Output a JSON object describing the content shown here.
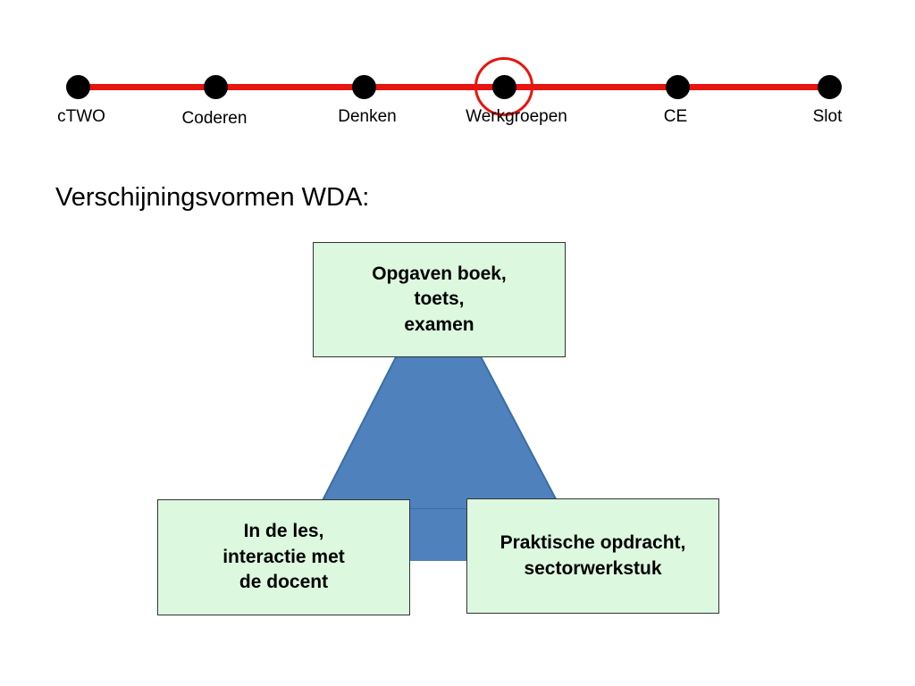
{
  "timeline": {
    "stops": [
      {
        "label": "cTWO"
      },
      {
        "label": "Coderen"
      },
      {
        "label": "Denken"
      },
      {
        "label": "Werkgroepen",
        "highlighted": true
      },
      {
        "label": "CE"
      },
      {
        "label": "Slot"
      }
    ],
    "line_color": "#e8140f",
    "dot_color": "#000000"
  },
  "heading": "Verschijningsvormen WDA:",
  "diagram": {
    "triangle_color": "#4f81bd",
    "box_color": "#dcf8df",
    "boxes": {
      "top": "Opgaven boek,\ntoets,\nexamen",
      "left": "In de les,\ninteractie met\nde docent",
      "right": "Praktische opdracht,\nsectorwerkstuk"
    }
  }
}
